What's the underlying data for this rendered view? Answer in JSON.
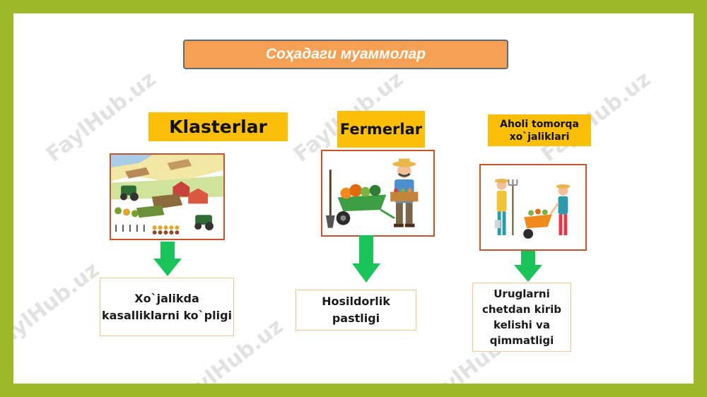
{
  "title": "Соҳадаги муаммолар",
  "columns": [
    {
      "header": "Klasterlar",
      "problem": "Xo`jalikda kasalliklarni ko`pligi"
    },
    {
      "header": "Fermerlar",
      "problem": "Hosildorlik pastligi"
    },
    {
      "header": "Aholi tomorqa xo`jaliklari",
      "problem": "Uruglarni chetdan kirib kelishi va qimmatligi"
    }
  ],
  "watermark": "FaylHub.uz",
  "colors": {
    "frame": "#9eb82a",
    "title_bg": "#f4a155",
    "header_bg": "#fbbf09",
    "arrow": "#1bc45a",
    "picture_border": "#c9512c",
    "box_border": "#f4c790"
  },
  "icons": [
    "farm-cluster-illustration",
    "farmer-wheelbarrow-illustration",
    "household-gardeners-illustration"
  ]
}
